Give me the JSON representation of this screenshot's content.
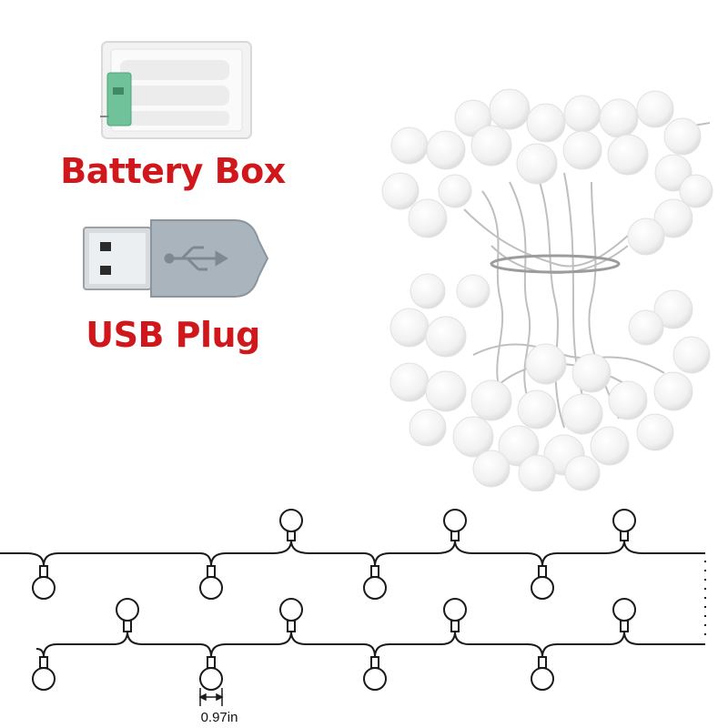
{
  "product": {
    "battery_label": "Battery Box",
    "usb_label": "USB Plug",
    "spacing_label": "0.97in"
  },
  "colors": {
    "label_red": "#d0181c",
    "usb_gray": "#a9b4bd",
    "bulb_white": "#f4f4f4"
  },
  "icons": {
    "usb_symbol": "usb-icon"
  }
}
